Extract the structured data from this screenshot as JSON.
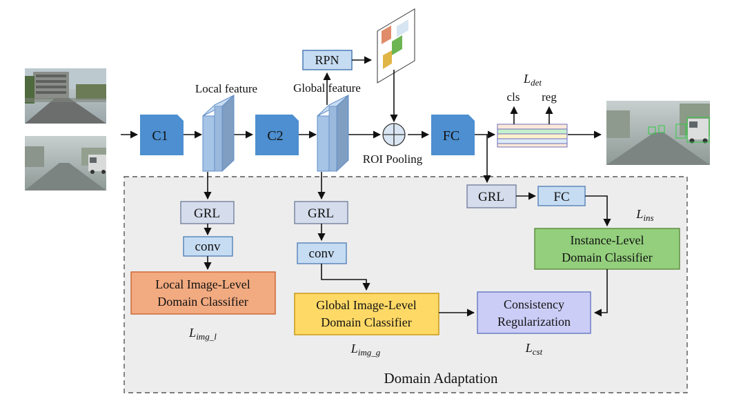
{
  "inputs": {
    "source_image": "source-street-scene",
    "target_image": "target-foggy-street-scene",
    "output_image": "foggy-street-detections"
  },
  "backbone": {
    "c1": "C1",
    "c2": "C2",
    "fc": "FC",
    "local_feature": "Local feature",
    "global_feature": "Global feature",
    "rpn": "RPN",
    "roi_pooling": "ROI Pooling"
  },
  "heads": {
    "loss_det_main": "L",
    "loss_det_sub": "det",
    "cls": "cls",
    "reg": "reg"
  },
  "adaptation": {
    "title": "Domain Adaptation",
    "local_grl": "GRL",
    "local_conv": "conv",
    "local_classifier_line1": "Local Image-Level",
    "local_classifier_line2": "Domain Classifier",
    "local_loss_main": "L",
    "local_loss_sub": "img_l",
    "global_grl": "GRL",
    "global_conv": "conv",
    "global_classifier_line1": "Global Image-Level",
    "global_classifier_line2": "Domain Classifier",
    "global_loss_main": "L",
    "global_loss_sub": "img_g",
    "ins_grl": "GRL",
    "ins_fc": "FC",
    "ins_loss_main": "L",
    "ins_loss_sub": "ins",
    "instance_classifier_line1": "Instance-Level",
    "instance_classifier_line2": "Domain Classifier",
    "consistency_line1": "Consistency",
    "consistency_line2": "Regularization",
    "cst_loss_main": "L",
    "cst_loss_sub": "cst"
  },
  "colors": {
    "block_blue": "#4d8fd0",
    "feature_blue": "#93b6dc",
    "grl_fill": "#d5dceb",
    "conv_fill": "#c6dcf2",
    "local_classifier": "#f2aa80",
    "global_classifier": "#ffd966",
    "instance_classifier": "#93cf7c",
    "consistency": "#cccdf7",
    "domain_area": "#ededed",
    "domain_title": "#c00000"
  }
}
